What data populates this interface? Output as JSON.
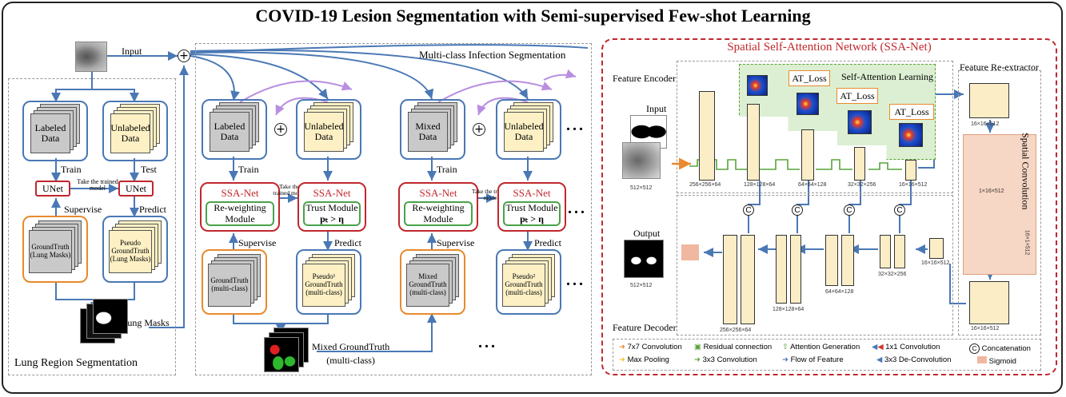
{
  "title": "COVID-19 Lesion Segmentation with Semi-supervised Few-shot Learning",
  "lung_section": {
    "heading": "Lung Region Segmentation",
    "input_label": "Input",
    "labeled": "Labeled Data",
    "unlabeled": "Unlabeled Data",
    "train": "Train",
    "test": "Test",
    "unet1": "UNet",
    "unet2": "UNet",
    "take_model": "Take the trained model",
    "supervise": "Supervise",
    "predict": "Predict",
    "groundtruth": "GroundTruth (Lung Masks)",
    "pseudo": "Pseudo GroundTruth (Lung Masks)",
    "lung_masks": "Lung Masks"
  },
  "multi_section": {
    "heading": "Multi-class Infection Segmentation",
    "labeled": "Labeled Data",
    "unlabeled1": "Unlabeled Data",
    "mixed": "Mixed Data",
    "unlabeled2": "Unlabeled Data",
    "train1": "Train",
    "train2": "Train",
    "ssa_a": "SSA-Net",
    "reweight_a": "Re-weighting Module",
    "ssa_b": "SSA-Net",
    "trust_b": "Trust Module",
    "ssa_c": "SSA-Net",
    "reweight_c": "Re-weighting Module",
    "ssa_d": "SSA-Net",
    "trust_d": "Trust Module",
    "cond": "pₜ > η",
    "take_model1": "Take the trained model",
    "take_model2": "Take the trained model",
    "supervise1": "Supervise",
    "supervise2": "Supervise",
    "predict1": "Predict",
    "predict2": "Predict",
    "gt_multi": "GroundTruth (multi-class)",
    "pseudo1": "Pseudo¹ GroundTruth (multi-class)",
    "mixed_gt": "Mixed GroundTruth (multi-class)",
    "pseudo2": "Pseudo² GroundTruth (multi-class)",
    "mixed_gt_caption": "Mixed GroundTruth",
    "mixed_gt_caption2": "(multi-class)"
  },
  "ssa_net": {
    "heading": "Spatial Self-Attention Network (SSA-Net)",
    "feature_encoder": "Feature Encoder",
    "feature_decoder": "Feature Decoder",
    "feature_reextractor": "Feature Re-extractor",
    "self_attention": "Self-Attention Learning",
    "spatial_conv": "Spatial Convolution",
    "input": "Input",
    "output": "Output",
    "at_loss": "AT_Loss",
    "dims": {
      "in": "512×512",
      "e1": "256×256×64",
      "e2": "128×128×64",
      "e3": "64×64×128",
      "e4": "32×32×256",
      "e5": "16×16×512",
      "r_top": "16×16×512",
      "r_mid": "1×16×512",
      "r_side": "16×1×512",
      "r_bot": "16×16×512",
      "d0": "16×16×512",
      "d4": "32×32×256",
      "d3": "64×64×128",
      "d2": "128×128×64",
      "d1": "256×256×64",
      "out": "512×512"
    }
  },
  "legend": [
    {
      "label": "7x7 Convolution",
      "color": "#e88a2d"
    },
    {
      "label": "Max Pooling",
      "color": "#f2c12e"
    },
    {
      "label": "Residual connection",
      "color": "#5aa33a"
    },
    {
      "label": "3x3 Convolution",
      "color": "#5aa33a"
    },
    {
      "label": "Attention Generation",
      "color": "#5aa33a"
    },
    {
      "label": "Flow of Feature",
      "color": "#4a78b5"
    },
    {
      "label": "1x1 Convolution",
      "color": "#4a78b5"
    },
    {
      "label": "3x3 De-Convolution",
      "color": "#4a78b5"
    },
    {
      "label": "Concatenation",
      "color": "#222222"
    },
    {
      "label": "Sigmoid",
      "color": "#f0b8a0"
    }
  ],
  "colors": {
    "blue": "#4a78b5",
    "red": "#c0272d",
    "orange": "#e88a2d",
    "green": "#5aa33a",
    "purple": "#b98ee0"
  }
}
